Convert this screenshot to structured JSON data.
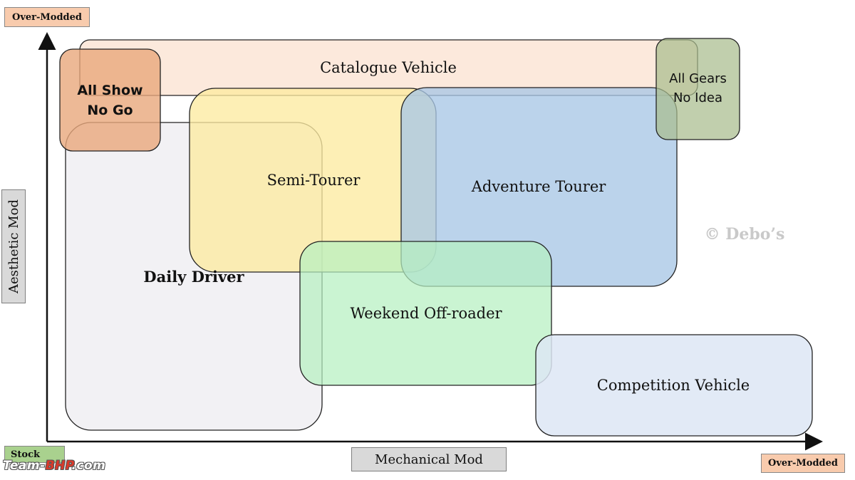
{
  "corner_tags": {
    "top_left": "Over-Modded",
    "bottom_left": "Stock",
    "bottom_right": "Over-Modded"
  },
  "axes": {
    "y_title": "Aesthetic Mod",
    "x_title": "Mechanical Mod"
  },
  "zones": {
    "catalogue": "Catalogue Vehicle",
    "all_show": "All Show\nNo Go",
    "all_gears": "All Gears\nNo Idea",
    "semi_tourer": "Semi-Tourer",
    "adventure_tourer": "Adventure Tourer",
    "daily_driver": "Daily Driver",
    "weekend": "Weekend Off-roader",
    "competition": "Competition Vehicle"
  },
  "colors": {
    "catalogue": "#fbe5d6",
    "all_show": "#e8a87c",
    "all_gears": "#a9bd8e",
    "semi_tourer": "#fdeaa0",
    "adventure_tourer": "#a8c6e6",
    "daily_driver": "#edebf0",
    "weekend": "#b5f0c0",
    "competition": "#dde6f5",
    "tag_orange": "#f8cbad",
    "tag_green": "#a9d18e"
  },
  "copyright": "© Debo’s",
  "watermark": {
    "prefix": "Team-",
    "brand": "BHP",
    "suffix": ".com"
  }
}
